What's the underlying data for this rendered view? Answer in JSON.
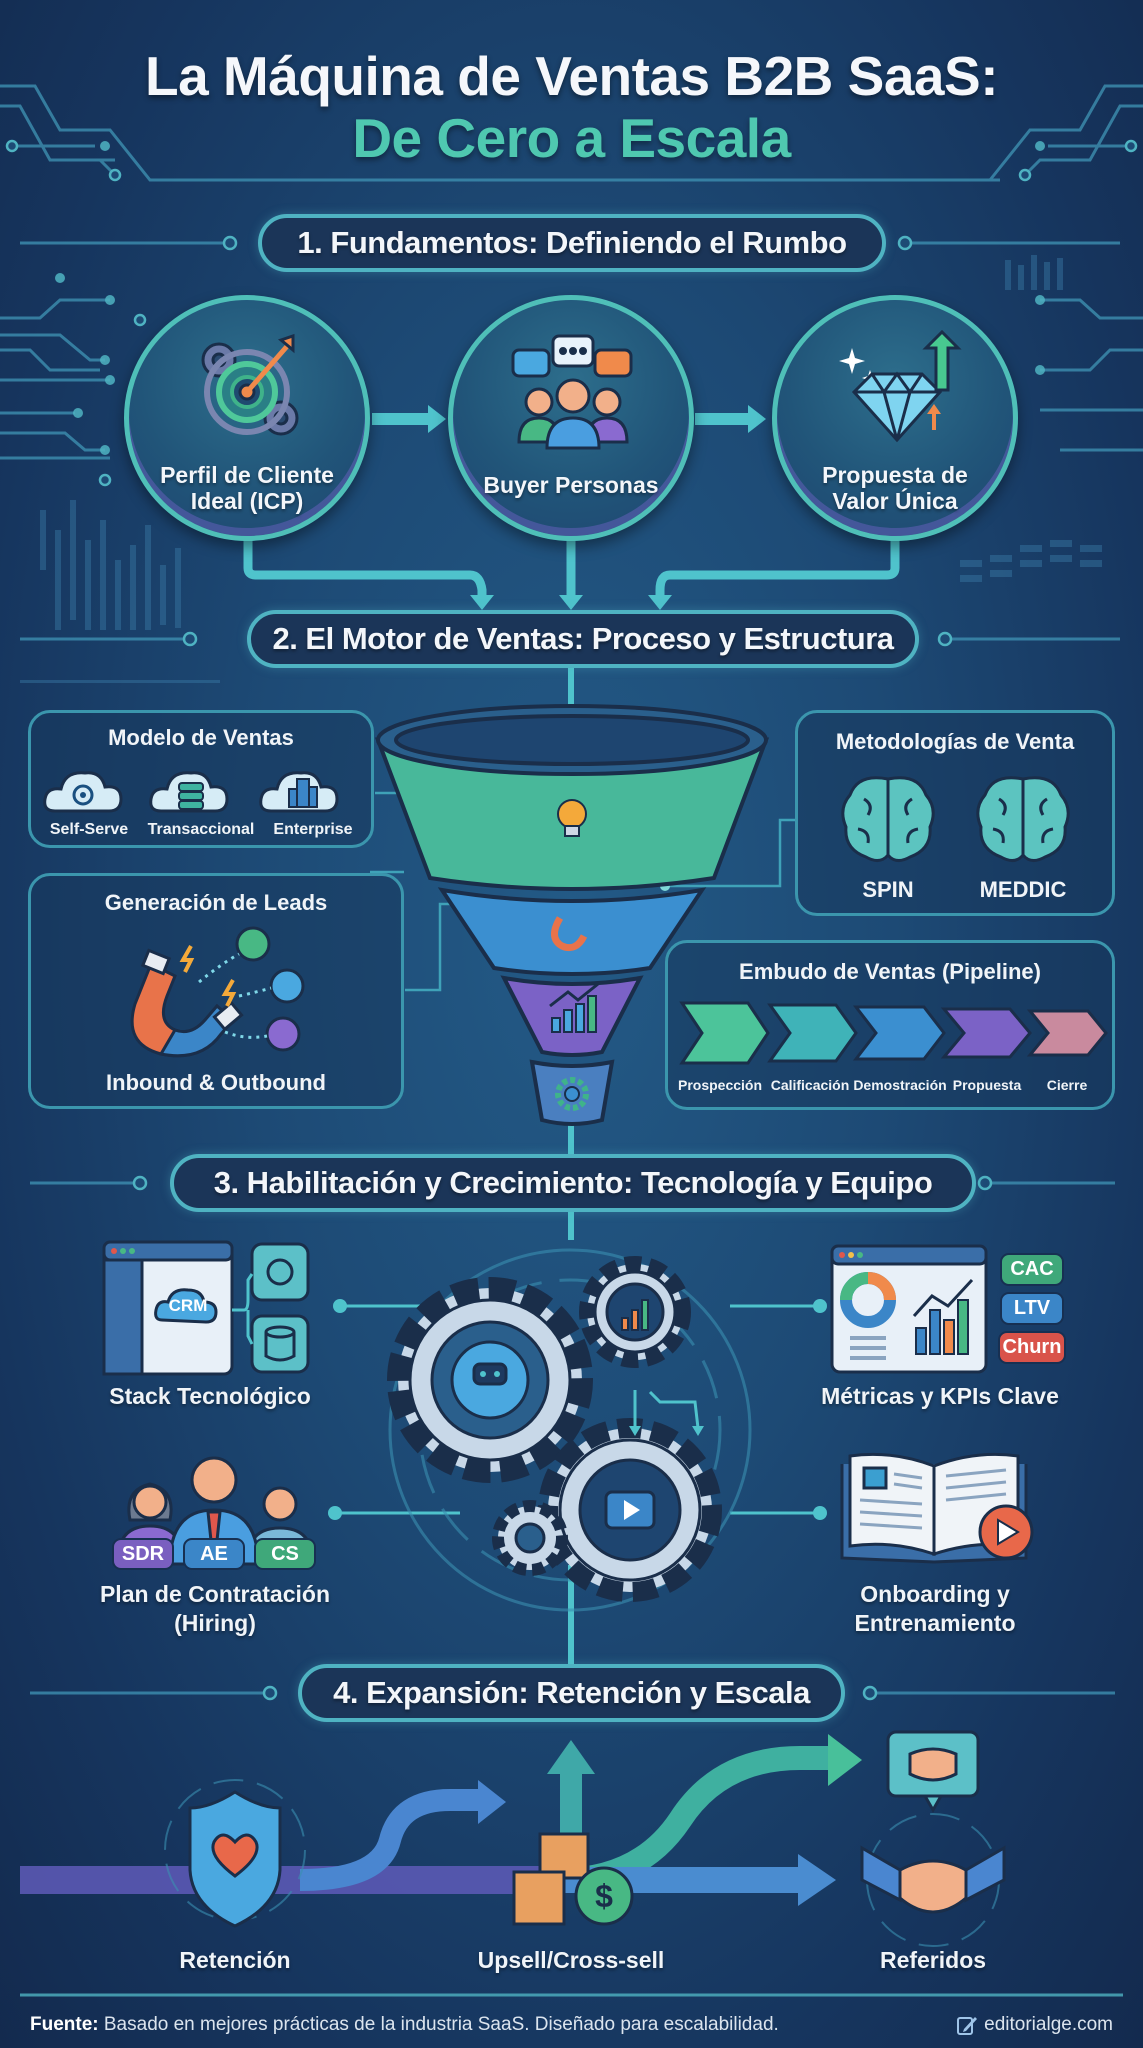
{
  "header": {
    "title_line1": "La Máquina de Ventas B2B SaaS:",
    "title_line2": "De Cero a Escala"
  },
  "colors": {
    "background": "#1d4a75",
    "accent_teal": "#4fc8b0",
    "line_cyan": "#4fb3c2",
    "pill_bg": "#1b3558",
    "green": "#48b884",
    "blue": "#3b8fd0",
    "purple": "#7b62c6",
    "pink": "#c98a9e",
    "red": "#e0574c",
    "orange": "#f08a4b"
  },
  "sections": [
    {
      "label": "1. Fundamentos: Definiendo el Rumbo",
      "nodes": [
        {
          "label_line1": "Perfil de Cliente",
          "label_line2": "Ideal (ICP)",
          "icon": "target-gears-icon"
        },
        {
          "label_line1": "Buyer Personas",
          "label_line2": "",
          "icon": "people-chat-icon"
        },
        {
          "label_line1": "Propuesta de",
          "label_line2": "Valor Única",
          "icon": "diamond-growth-icon"
        }
      ]
    },
    {
      "label": "2. El Motor de Ventas: Proceso y Estructura",
      "sales_model": {
        "title": "Modelo de Ventas",
        "items": [
          {
            "label": "Self-Serve",
            "icon": "cloud-gear-icon"
          },
          {
            "label": "Transaccional",
            "icon": "cloud-database-icon"
          },
          {
            "label": "Enterprise",
            "icon": "cloud-building-icon"
          }
        ]
      },
      "lead_gen": {
        "title": "Generación de Leads",
        "subtitle": "Inbound & Outbound",
        "icon": "magnet-icon"
      },
      "funnel": {
        "stages": [
          {
            "icon": "lightbulb-icon",
            "color": "#48b89a"
          },
          {
            "icon": "magnet-icon",
            "color": "#3b8fd0"
          },
          {
            "icon": "growth-chart-icon",
            "color": "#7b62c6"
          },
          {
            "icon": "gear-icon",
            "color": "#4a7fc0"
          }
        ]
      },
      "methodologies": {
        "title": "Metodologías de Venta",
        "items": [
          {
            "label": "SPIN",
            "icon": "brain-icon"
          },
          {
            "label": "MEDDIC",
            "icon": "brain-icon"
          }
        ]
      },
      "pipeline": {
        "title": "Embudo de Ventas (Pipeline)",
        "stages": [
          {
            "label": "Prospección",
            "color": "#4cc49a"
          },
          {
            "label": "Calificación",
            "color": "#3fb3b8"
          },
          {
            "label": "Demostración",
            "color": "#3b8fd0"
          },
          {
            "label": "Propuesta",
            "color": "#7b62c6"
          },
          {
            "label": "Cierre",
            "color": "#c98a9e"
          }
        ]
      }
    },
    {
      "label": "3. Habilitación y Crecimiento: Tecnología y Equipo",
      "tech_stack": {
        "label": "Stack Tecnológico",
        "crm_label": "CRM"
      },
      "metrics": {
        "label": "Métricas y KPIs Clave",
        "tags": [
          {
            "label": "CAC",
            "color": "#3fa87a"
          },
          {
            "label": "LTV",
            "color": "#3b86c8"
          },
          {
            "label": "Churn",
            "color": "#d9534a"
          }
        ]
      },
      "hiring": {
        "label_line1": "Plan de Contratación",
        "label_line2": "(Hiring)",
        "roles": [
          {
            "label": "SDR",
            "color": "#7a5fc0"
          },
          {
            "label": "AE",
            "color": "#3b86c8"
          },
          {
            "label": "CS",
            "color": "#3fa87a"
          }
        ]
      },
      "onboarding": {
        "label_line1": "Onboarding y",
        "label_line2": "Entrenamiento"
      }
    },
    {
      "label": "4. Expansión: Retención y Escala",
      "items": [
        {
          "label": "Retención",
          "icon": "shield-heart-icon"
        },
        {
          "label": "Upsell/Cross-sell",
          "icon": "boxes-dollar-icon"
        },
        {
          "label": "Referidos",
          "icon": "handshake-icon"
        }
      ]
    }
  ],
  "footer": {
    "source_label": "Fuente:",
    "source_text": " Basado en mejores prácticas de la industria SaaS. Diseñado para escalabilidad.",
    "site": "editorialge.com"
  }
}
